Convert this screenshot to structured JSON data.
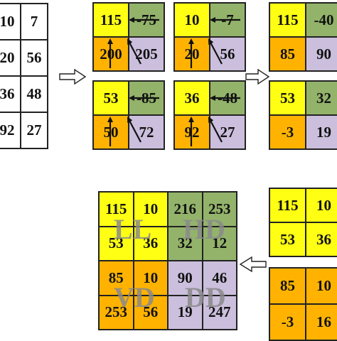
{
  "input_grid": [
    [
      "10",
      "7"
    ],
    [
      "20",
      "56"
    ],
    [
      "36",
      "48"
    ],
    [
      "92",
      "27"
    ]
  ],
  "blocks": [
    {
      "tl": "115",
      "tr": "-75",
      "bl": "200",
      "br": "205"
    },
    {
      "tl": "10",
      "tr": "-7",
      "bl": "20",
      "br": "56"
    },
    {
      "tl": "53",
      "tr": "-85",
      "bl": "50",
      "br": "72"
    },
    {
      "tl": "36",
      "tr": "-48",
      "bl": "92",
      "br": "27"
    }
  ],
  "results": [
    {
      "tl": "115",
      "tr": "-40",
      "bl": "85",
      "br": "90"
    },
    {
      "tl": "53",
      "tr": "32",
      "bl": "-3",
      "br": "19"
    }
  ],
  "final_grid": [
    [
      "115",
      "10",
      "216",
      "253"
    ],
    [
      "53",
      "36",
      "32",
      "12"
    ],
    [
      "85",
      "10",
      "90",
      "46"
    ],
    [
      "253",
      "56",
      "19",
      "247"
    ]
  ],
  "bands": {
    "ll": "LL",
    "hd": "HD",
    "vd": "VD",
    "dd": "DD"
  },
  "partial_grid": [
    [
      "115",
      "10"
    ],
    [
      "53",
      "36"
    ],
    [
      "85",
      "10"
    ],
    [
      "-3",
      "16"
    ]
  ],
  "colors": {
    "yellow": "#ffff14",
    "green": "#93b36b",
    "orange": "#ffb300",
    "purple": "#cbbfdd"
  },
  "icons": [
    "arrow-right-icon",
    "arrow-left-icon",
    "arrow-up-icon",
    "arrow-diagonal-icon"
  ]
}
